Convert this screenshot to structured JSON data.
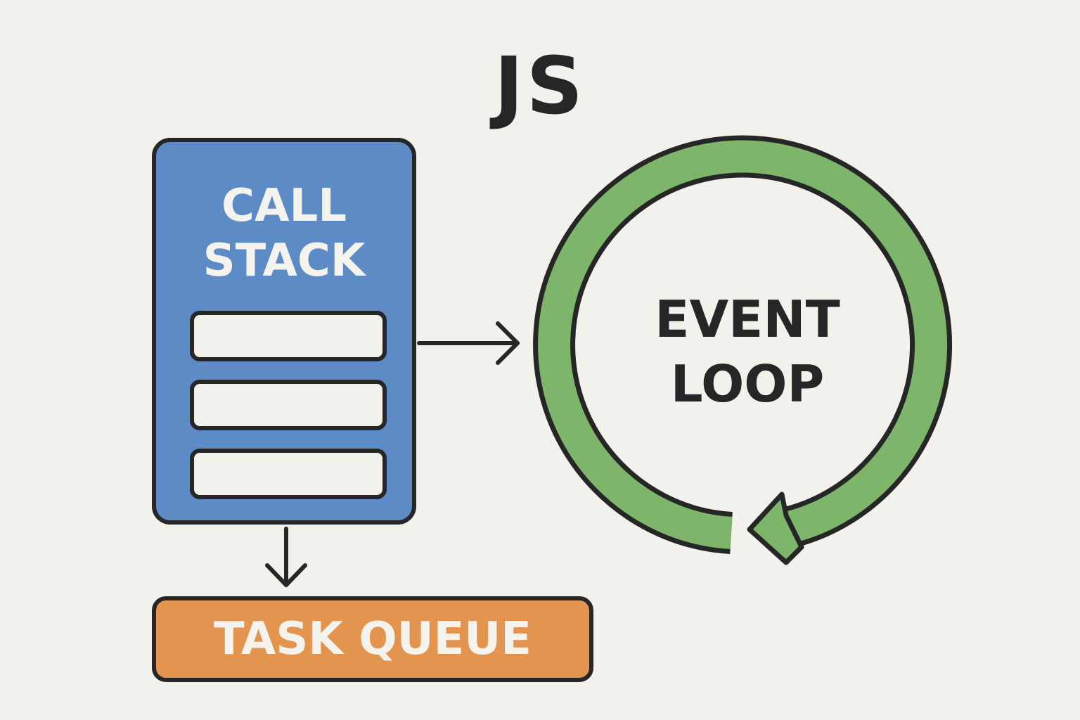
{
  "title": "JS",
  "call_stack": {
    "label_line1": "CALL",
    "label_line2": "STACK",
    "frames": 3,
    "color": "#5d8bc5"
  },
  "task_queue": {
    "label": "TASK QUEUE",
    "color": "#e3944f"
  },
  "event_loop": {
    "label_line1": "EVENT",
    "label_line2": "LOOP",
    "color": "#7db56b"
  },
  "connections": [
    {
      "from": "call_stack",
      "to": "event_loop",
      "icon": "arrow-right-icon"
    },
    {
      "from": "call_stack",
      "to": "task_queue",
      "icon": "arrow-down-icon"
    }
  ]
}
